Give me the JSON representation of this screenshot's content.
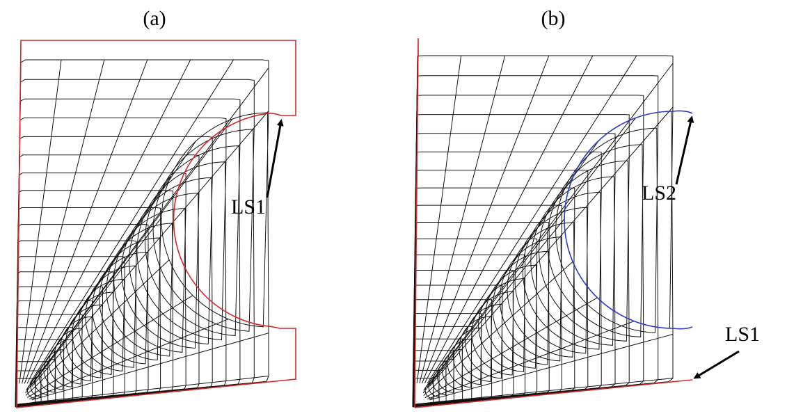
{
  "panels": [
    {
      "id": "a",
      "caption": "(a)",
      "annotation": "LS1",
      "curve_color": "#d62728"
    },
    {
      "id": "b",
      "caption": "(b)",
      "annotation_top": "LS2",
      "annotation_bottom": "LS1",
      "curve_color_top": "#2b3cc4",
      "curve_color_bottom": "#d62728"
    }
  ],
  "mesh_color": "#111111"
}
